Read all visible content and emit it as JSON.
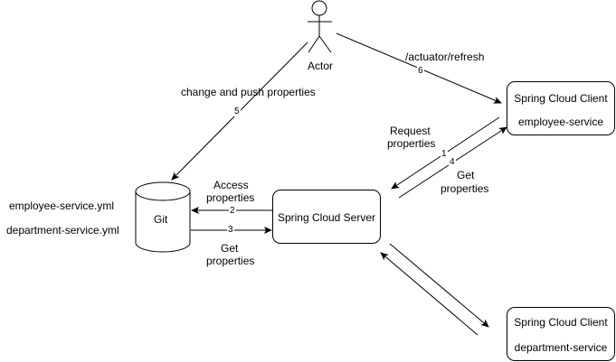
{
  "actor": {
    "label": "Actor"
  },
  "git": {
    "label": "Git",
    "files": [
      "employee-service.yml",
      "department-service.yml"
    ]
  },
  "server": {
    "label": "Spring Cloud Server"
  },
  "client_employee": {
    "title": "Spring Cloud Client",
    "service": "employee-service"
  },
  "client_department": {
    "title": "Spring Cloud Client",
    "service": "department-service"
  },
  "edges": {
    "e1": {
      "number": "1",
      "label": [
        "Request",
        "properties"
      ]
    },
    "e2": {
      "number": "2",
      "label": [
        "Access",
        "properties"
      ]
    },
    "e3": {
      "number": "3",
      "label": [
        "Get",
        "properties"
      ]
    },
    "e4": {
      "number": "4",
      "label": [
        "Get",
        "properties"
      ]
    },
    "e5": {
      "number": "5",
      "label": "change and push properties"
    },
    "e6": {
      "number": "6",
      "label": "/actuator/refresh"
    }
  }
}
